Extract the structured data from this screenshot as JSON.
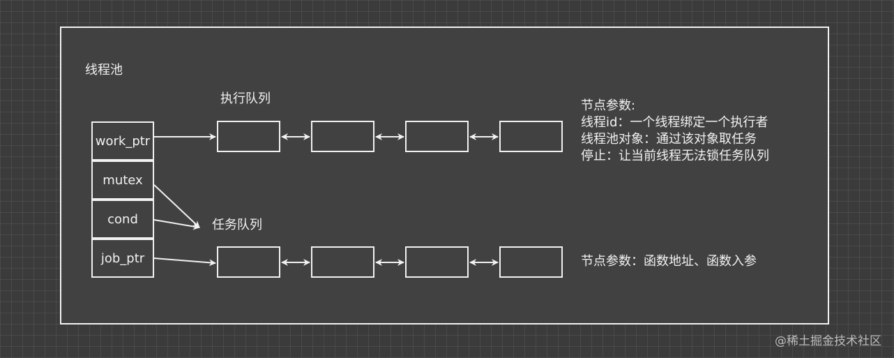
{
  "pool_label": "线程池",
  "exec_queue_label": "执行队列",
  "task_queue_label": "任务队列",
  "struct_fields": [
    "work_ptr",
    "mutex",
    "cond",
    "job_ptr"
  ],
  "exec_node_info": [
    "节点参数:",
    "线程id：一个线程绑定一个执行者",
    "线程池对象：通过该对象取任务",
    "停止：让当前线程无法锁任务队列"
  ],
  "job_node_info": "节点参数：函数地址、函数入参",
  "watermark": "@稀土掘金技术社区",
  "colors": {
    "background": "#3b3b3b",
    "stroke": "#f2f2f2"
  }
}
